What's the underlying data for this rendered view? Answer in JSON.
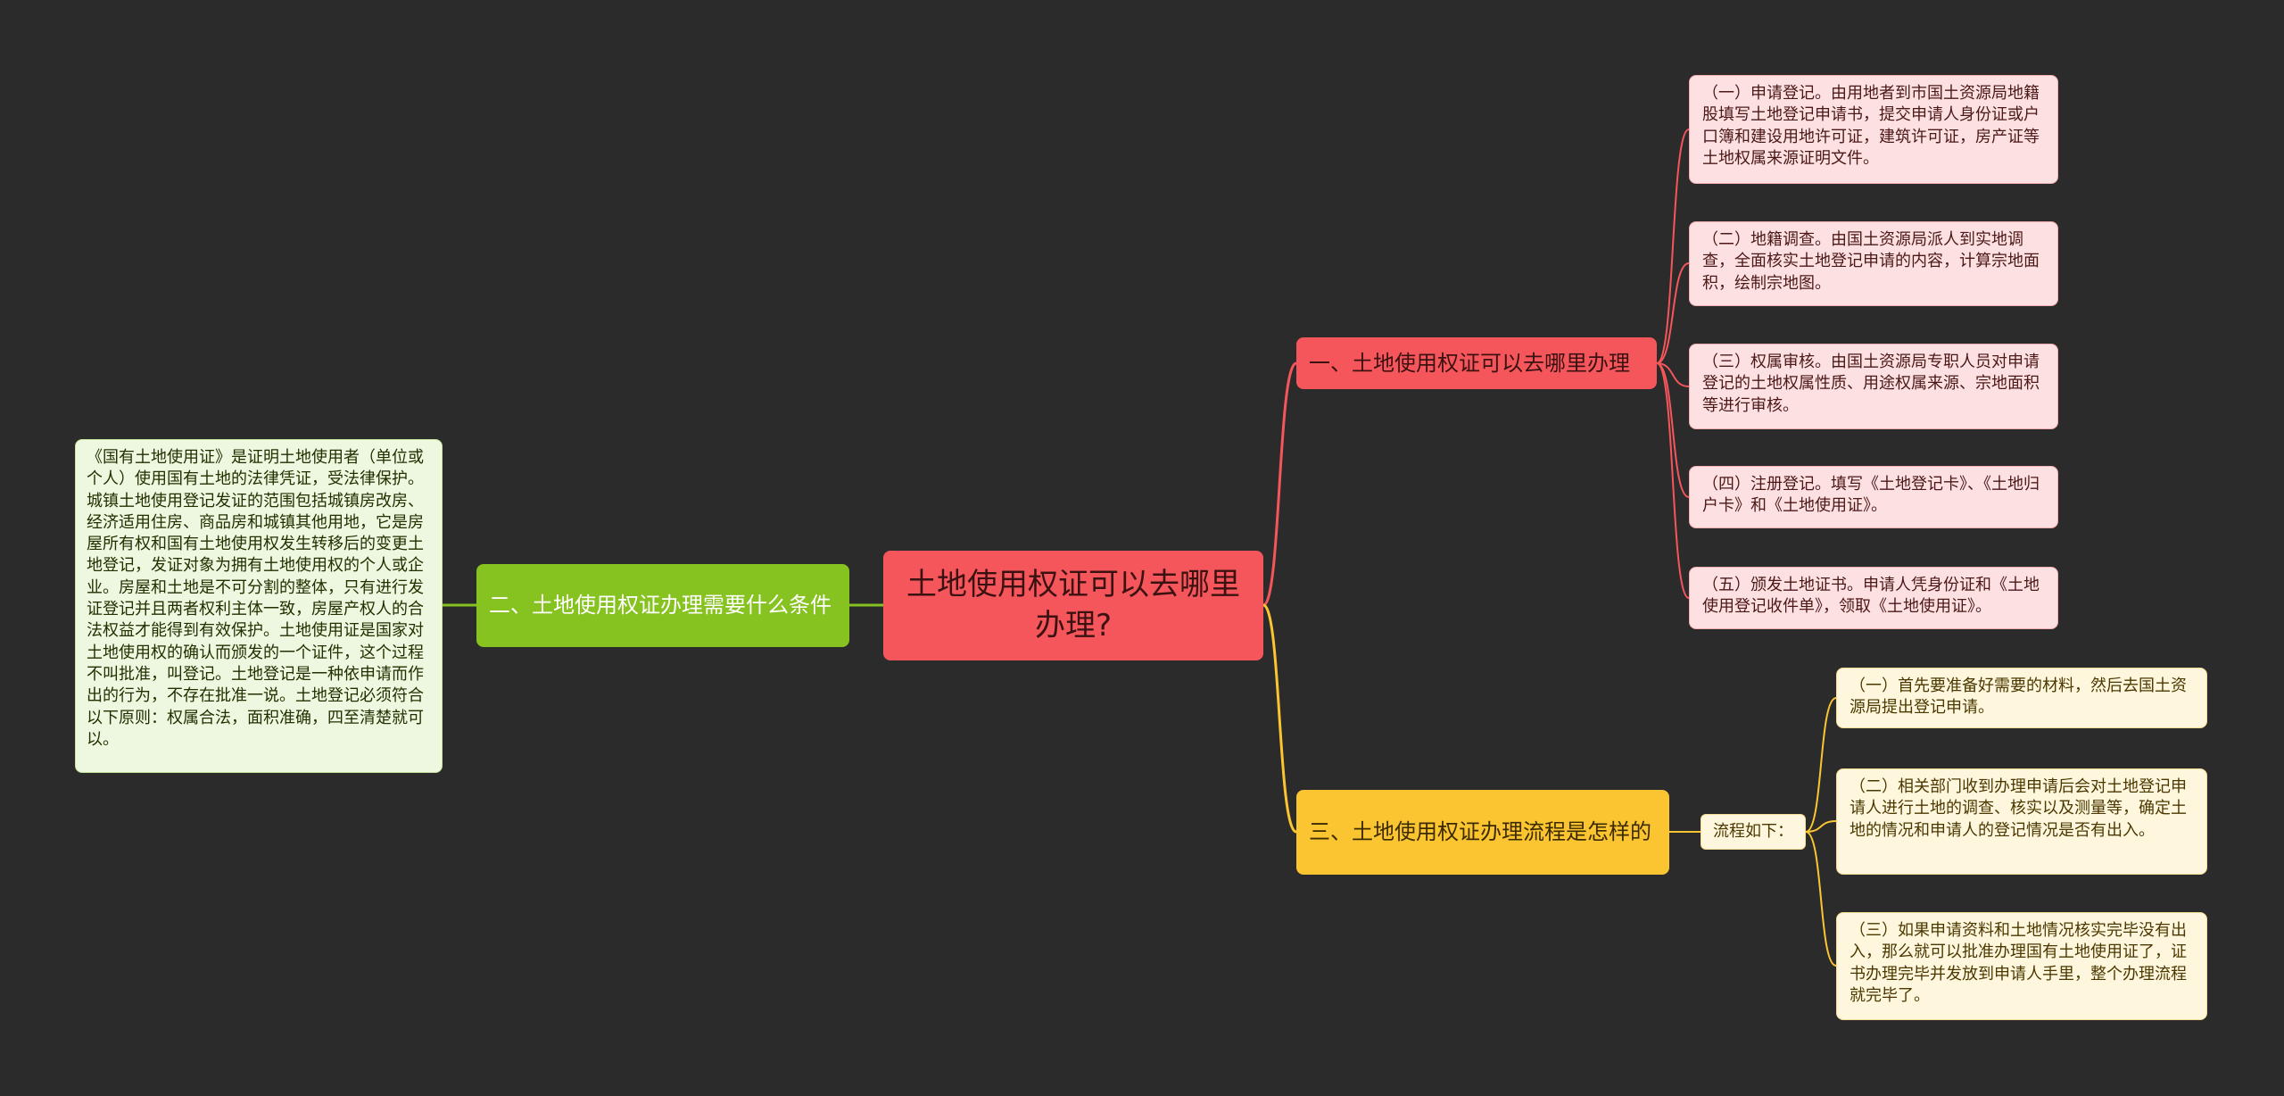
{
  "center": {
    "title": "土地使用权证可以去哪里办理?"
  },
  "branches": {
    "b1": {
      "label": "一、土地使用权证可以去哪里办理",
      "color": "#f5565b"
    },
    "b2": {
      "label": "二、土地使用权证办理需要什么条件",
      "color": "#86c320"
    },
    "b3": {
      "label": "三、土地使用权证办理流程是怎样的",
      "color": "#fbc531"
    }
  },
  "b1_leaves": [
    "（一）申请登记。由用地者到市国土资源局地籍股填写土地登记申请书，提交申请人身份证或户口簿和建设用地许可证，建筑许可证，房产证等土地权属来源证明文件。",
    "（二）地籍调查。由国土资源局派人到实地调查，全面核实土地登记申请的内容，计算宗地面积，绘制宗地图。",
    "（三）权属审核。由国土资源局专职人员对申请登记的土地权属性质、用途权属来源、宗地面积等进行审核。",
    "（四）注册登记。填写《土地登记卡》、《土地归户卡》和《土地使用证》。",
    "（五）颁发土地证书。申请人凭身份证和《土地使用登记收件单》，领取《土地使用证》。"
  ],
  "b2_leaf": "《国有土地使用证》是证明土地使用者（单位或个人）使用国有土地的法律凭证，受法律保护。城镇土地使用登记发证的范围包括城镇房改房、经济适用住房、商品房和城镇其他用地，它是房屋所有权和国有土地使用权发生转移后的变更土地登记，发证对象为拥有土地使用权的个人或企业。房屋和土地是不可分割的整体，只有进行发证登记并且两者权利主体一致，房屋产权人的合法权益才能得到有效保护。土地使用证是国家对土地使用权的确认而颁发的一个证件，这个过程不叫批准，叫登记。土地登记是一种依申请而作出的行为，不存在批准一说。土地登记必须符合以下原则：权属合法，面积准确，四至清楚就可以。",
  "b3_mid": "流程如下：",
  "b3_leaves": [
    "（一）首先要准备好需要的材料，然后去国土资源局提出登记申请。",
    "（二）相关部门收到办理申请后会对土地登记申请人进行土地的调查、核实以及测量等，确定土地的情况和申请人的登记情况是否有出入。",
    "（三）如果申请资料和土地情况核实完毕没有出入，那么就可以批准办理国有土地使用证了，证书办理完毕并发放到申请人手里，整个办理流程就完毕了。"
  ],
  "colors": {
    "background": "#2b2b2b",
    "red": "#f5565b",
    "green": "#86c320",
    "yellow": "#fbc531"
  }
}
